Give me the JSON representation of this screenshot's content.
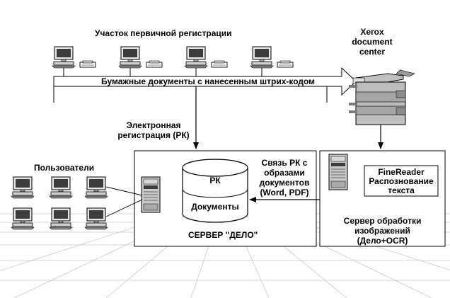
{
  "labels": {
    "registration_area": "Участок первичной регистрации",
    "paper_docs": "Бумажные документы с нанесенным штрих-кодом",
    "electronic_reg_1": "Электронная",
    "electronic_reg_2": "регистрация (РК)",
    "xerox_1": "Xerox",
    "xerox_2": "document",
    "xerox_3": "center",
    "users": "Пользователи",
    "rk": "РК",
    "documents": "Документы",
    "server_delo": "СЕРВЕР \"ДЕЛО\"",
    "link_1": "Связь РК с",
    "link_2": "образами",
    "link_3": "документов",
    "link_4": "(Word, PDF)",
    "finereader_1": "FineReader",
    "finereader_2": "Распознование",
    "finereader_3": "текста",
    "img_server_1": "Сервер обработки",
    "img_server_2": "изображений",
    "img_server_3": "(Дело+OCR)"
  },
  "colors": {
    "ink": "#000000",
    "grid": "#c8c8c8",
    "screen": "#d8d8d8",
    "device": "#e6e6e6",
    "dark": "#3c3c3c",
    "device_gray": "#bdbdbd",
    "white": "#ffffff"
  }
}
